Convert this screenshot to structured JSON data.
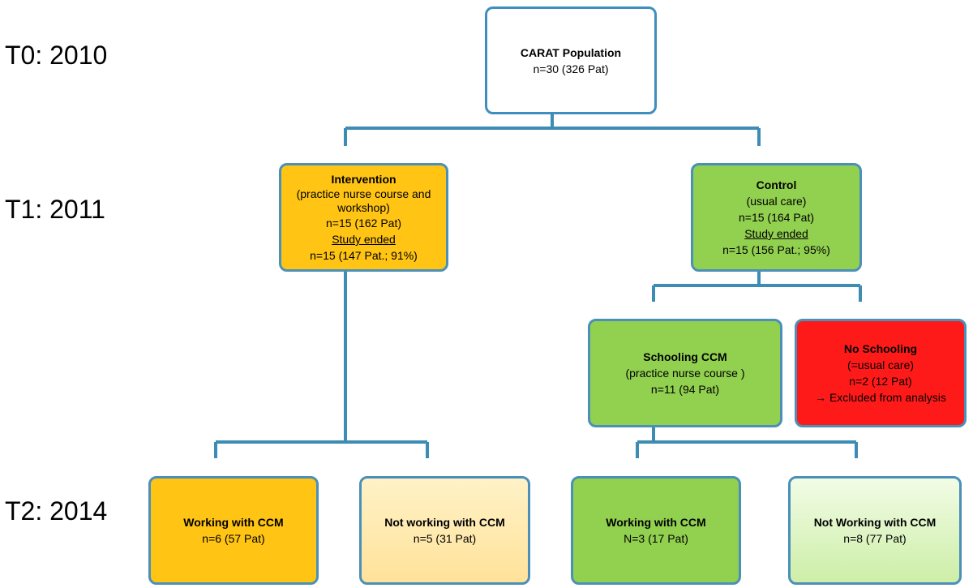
{
  "time_labels": {
    "t0": "T0: 2010",
    "t1": "T1: 2011",
    "t2": "T2: 2014"
  },
  "population": {
    "title": "CARAT Population",
    "count": "n=30 (326 Pat)"
  },
  "intervention": {
    "title": "Intervention",
    "desc": "(practice nurse course and workshop)",
    "count": "n=15 (162 Pat)",
    "ended_label": "Study ended",
    "ended_count": "n=15 (147 Pat.; 91%)"
  },
  "control": {
    "title": "Control",
    "desc": "(usual care)",
    "count": "n=15  (164 Pat)",
    "ended_label": "Study ended",
    "ended_count": "n=15 (156 Pat.; 95%)"
  },
  "schooling": {
    "title": "Schooling CCM",
    "desc": "(practice nurse course )",
    "count": "n=11 (94 Pat)"
  },
  "no_schooling": {
    "title": "No Schooling",
    "desc": "(=usual care)",
    "count": "n=2 (12 Pat)",
    "note": "→ Excluded from analysis"
  },
  "int_working": {
    "title": "Working with CCM",
    "count": "n=6 (57 Pat)"
  },
  "int_not_working": {
    "title": "Not working with CCM",
    "count": "n=5 (31 Pat)"
  },
  "sch_working": {
    "title": "Working with CCM",
    "count": "N=3 (17 Pat)"
  },
  "sch_not_working": {
    "title": "Not Working with CCM",
    "count": "n=8 (77 Pat)"
  },
  "colors": {
    "connector": "#3C8CB4",
    "intervention": "#FFC414",
    "control": "#92D050",
    "excluded": "#FF1A1A"
  }
}
